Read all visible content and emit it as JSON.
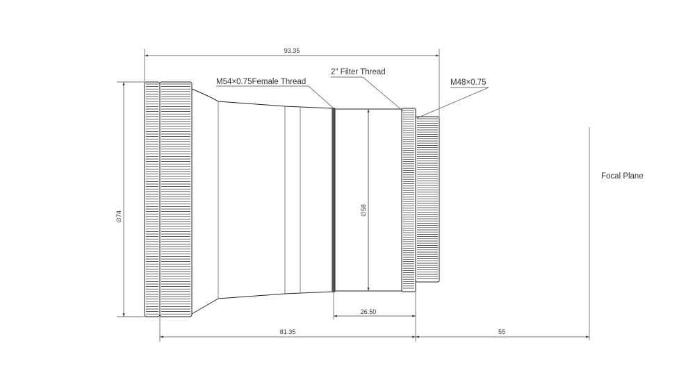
{
  "dimensions": {
    "overall_length": "93.35",
    "body_length": "81.35",
    "back_focus": "55",
    "thread_length": "26.50",
    "diameter_large": "∅74",
    "diameter_small": "∅58"
  },
  "labels": {
    "female_thread": "M54×0.75Female Thread",
    "filter_thread": "2\" Filter Thread",
    "rear_thread": "M48×0.75",
    "focal_plane": "Focal Plane"
  }
}
